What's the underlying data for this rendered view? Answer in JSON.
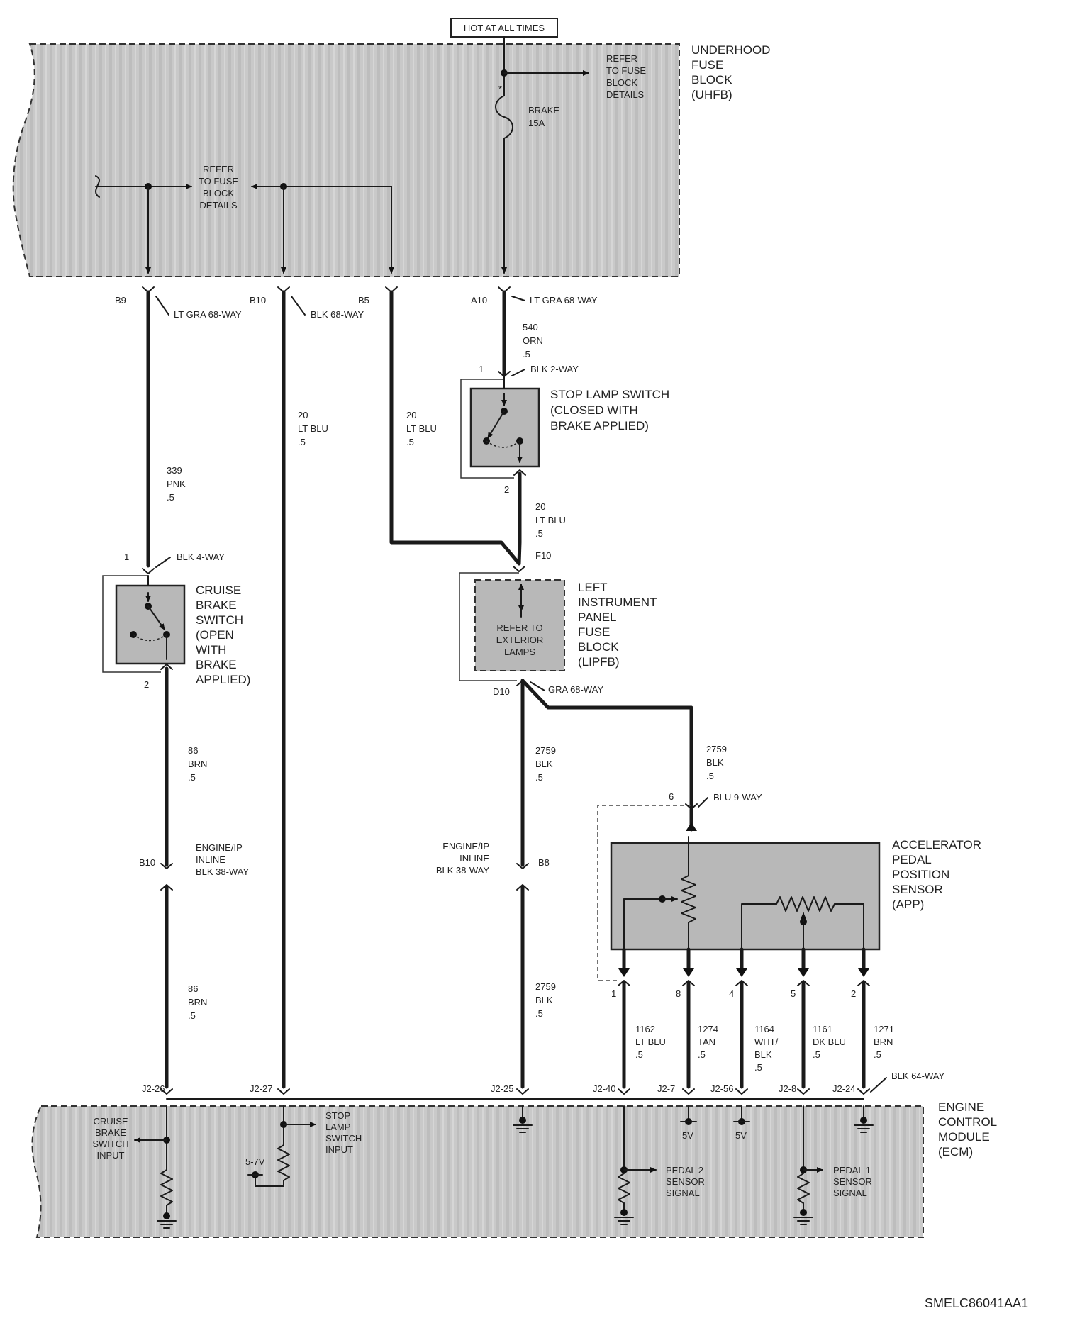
{
  "header": {
    "power_label": "HOT AT ALL TIMES"
  },
  "uhfb": {
    "title_lines": [
      "UNDERHOOD",
      "FUSE",
      "BLOCK",
      "(UHFB)"
    ],
    "refer_right_lines": [
      "REFER",
      "TO FUSE",
      "BLOCK",
      "DETAILS"
    ],
    "refer_left_lines": [
      "REFER",
      "TO FUSE",
      "BLOCK",
      "DETAILS"
    ],
    "fuse_lines": [
      "BRAKE",
      "15A"
    ]
  },
  "uhfb_pins": {
    "b9": "B9",
    "b9_conn": "LT GRA 68-WAY",
    "b10": "B10",
    "b10_conn": "BLK 68-WAY",
    "b5": "B5",
    "a10": "A10",
    "a10_conn": "LT GRA 68-WAY"
  },
  "wires": {
    "w339": [
      "339",
      "PNK",
      ".5"
    ],
    "w20a": [
      "20",
      "LT BLU",
      ".5"
    ],
    "w20b": [
      "20",
      "LT BLU",
      ".5"
    ],
    "w540": [
      "540",
      "ORN",
      ".5"
    ],
    "w20c": [
      "20",
      "LT BLU",
      ".5"
    ],
    "w86a": [
      "86",
      "BRN",
      ".5"
    ],
    "w86b": [
      "86",
      "BRN",
      ".5"
    ],
    "w2759a": [
      "2759",
      "BLK",
      ".5"
    ],
    "w2759b": [
      "2759",
      "BLK",
      ".5"
    ],
    "w2759c": [
      "2759",
      "BLK",
      ".5"
    ],
    "w1162": [
      "1162",
      "LT BLU",
      ".5"
    ],
    "w1274": [
      "1274",
      "TAN",
      ".5"
    ],
    "w1164": [
      "1164",
      "WHT/",
      "BLK",
      ".5"
    ],
    "w1161": [
      "1161",
      "DK BLU",
      ".5"
    ],
    "w1271": [
      "1271",
      "BRN",
      ".5"
    ]
  },
  "stop_lamp_switch": {
    "pin1": "1",
    "pin2": "2",
    "conn": "BLK 2-WAY",
    "title_lines": [
      "STOP LAMP SWITCH",
      "(CLOSED WITH",
      "BRAKE APPLIED)"
    ]
  },
  "cruise_switch": {
    "pin1": "1",
    "pin2": "2",
    "conn": "BLK 4-WAY",
    "title_lines": [
      "CRUISE",
      "BRAKE",
      "SWITCH",
      "(OPEN",
      "WITH",
      "BRAKE",
      "APPLIED)"
    ]
  },
  "lipfb": {
    "pin_in": "F10",
    "pin_out": "D10",
    "conn": "GRA 68-WAY",
    "refer_lines": [
      "REFER TO",
      "EXTERIOR",
      "LAMPS"
    ],
    "title_lines": [
      "LEFT",
      "INSTRUMENT",
      "PANEL",
      "FUSE",
      "BLOCK",
      "(LIPFB)"
    ]
  },
  "inline": {
    "left_lines": [
      "ENGINE/IP",
      "INLINE",
      "BLK 38-WAY"
    ],
    "left_pin": "B10",
    "right_lines": [
      "ENGINE/IP",
      "INLINE",
      "BLK 38-WAY"
    ],
    "right_pin": "B8"
  },
  "app": {
    "conn_pin": "6",
    "conn": "BLU 9-WAY",
    "title_lines": [
      "ACCELERATOR",
      "PEDAL",
      "POSITION",
      "SENSOR",
      "(APP)"
    ],
    "pins": [
      "1",
      "8",
      "4",
      "5",
      "2"
    ]
  },
  "ecm": {
    "title_lines": [
      "ENGINE",
      "CONTROL",
      "MODULE",
      "(ECM)"
    ],
    "pins": [
      "J2-26",
      "J2-27",
      "J2-25",
      "J2-40",
      "J2-7",
      "J2-56",
      "J2-8",
      "J2-24"
    ],
    "conn": "BLK 64-WAY",
    "cruise_input_lines": [
      "CRUISE",
      "BRAKE",
      "SWITCH",
      "INPUT"
    ],
    "stop_input_lines": [
      "STOP",
      "LAMP",
      "SWITCH",
      "INPUT"
    ],
    "v57": "5-7V",
    "v5a": "5V",
    "v5b": "5V",
    "pedal2_lines": [
      "PEDAL 2",
      "SENSOR",
      "SIGNAL"
    ],
    "pedal1_lines": [
      "PEDAL 1",
      "SENSOR",
      "SIGNAL"
    ]
  },
  "footer": {
    "code": "SMELC86041AA1"
  }
}
